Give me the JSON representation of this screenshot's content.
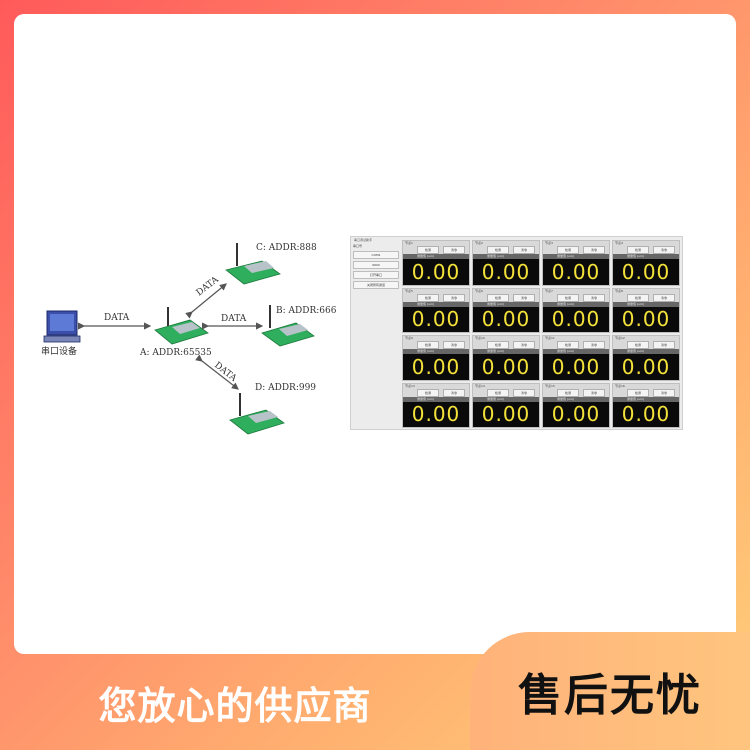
{
  "diagram": {
    "serial_device_label": "串口设备",
    "central_node_label": "A: ADDR:65535",
    "node_c_label": "C: ADDR:888",
    "node_b_label": "B: ADDR:666",
    "node_d_label": "D: ADDR:999",
    "data_label": "DATA"
  },
  "panel": {
    "title": "串口调试助手",
    "side_label": "串口号",
    "side_buttons": [
      "COM1",
      "9600",
      "打开串口",
      "关闭所有通道"
    ],
    "cells": [
      {
        "title": "节点1",
        "btn1": "检测",
        "btn2": "清零",
        "header": "测量值 (um)",
        "value": "0.00"
      },
      {
        "title": "节点2",
        "btn1": "检测",
        "btn2": "清零",
        "header": "测量值 (um)",
        "value": "0.00"
      },
      {
        "title": "节点3",
        "btn1": "检测",
        "btn2": "清零",
        "header": "测量值 (um)",
        "value": "0.00"
      },
      {
        "title": "节点4",
        "btn1": "检测",
        "btn2": "清零",
        "header": "测量值 (um)",
        "value": "0.00"
      },
      {
        "title": "节点5",
        "btn1": "检测",
        "btn2": "清零",
        "header": "测量值 (um)",
        "value": "0.00"
      },
      {
        "title": "节点6",
        "btn1": "检测",
        "btn2": "清零",
        "header": "测量值 (um)",
        "value": "0.00"
      },
      {
        "title": "节点7",
        "btn1": "检测",
        "btn2": "清零",
        "header": "测量值 (um)",
        "value": "0.00"
      },
      {
        "title": "节点8",
        "btn1": "检测",
        "btn2": "清零",
        "header": "测量值 (um)",
        "value": "0.00"
      },
      {
        "title": "节点9",
        "btn1": "检测",
        "btn2": "清零",
        "header": "测量值 (um)",
        "value": "0.00"
      },
      {
        "title": "节点10",
        "btn1": "检测",
        "btn2": "清零",
        "header": "测量值 (um)",
        "value": "0.00"
      },
      {
        "title": "节点11",
        "btn1": "检测",
        "btn2": "清零",
        "header": "测量值 (um)",
        "value": "0.00"
      },
      {
        "title": "节点12",
        "btn1": "检测",
        "btn2": "清零",
        "header": "测量值 (um)",
        "value": "0.00"
      },
      {
        "title": "节点13",
        "btn1": "检测",
        "btn2": "清零",
        "header": "测量值 (um)",
        "value": "0.00"
      },
      {
        "title": "节点14",
        "btn1": "检测",
        "btn2": "清零",
        "header": "测量值 (um)",
        "value": "0.00"
      },
      {
        "title": "节点15",
        "btn1": "检测",
        "btn2": "清零",
        "header": "测量值 (um)",
        "value": "0.00"
      },
      {
        "title": "节点16",
        "btn1": "检测",
        "btn2": "清零",
        "header": "测量值 (um)",
        "value": "0.00"
      }
    ]
  },
  "banner": {
    "left_text": "您放心的供应商",
    "right_text": "售后无忧"
  },
  "colors": {
    "display_bg": "#0a0a0a",
    "display_digits": "#f4e23a",
    "banner_red": "#ff5a5a",
    "banner_orange": "#ffc57e"
  }
}
